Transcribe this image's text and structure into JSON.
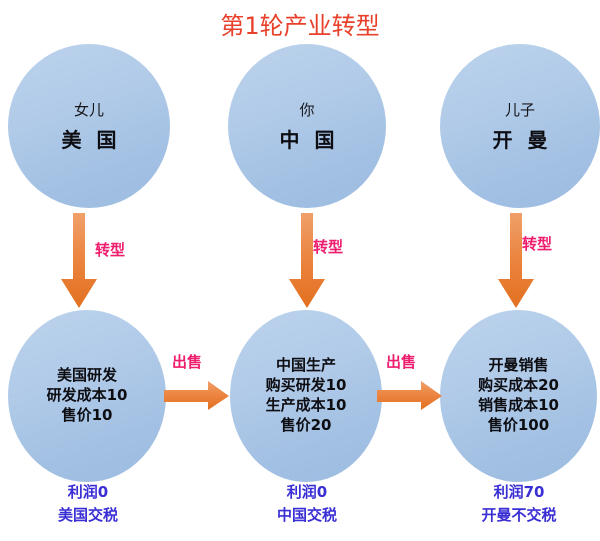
{
  "title": "第1轮产业转型",
  "colors": {
    "title": "#e8402a",
    "circle_fill": "#a8c4e5",
    "arrow": "#ed7d31",
    "arrow_label": "#ee1d6e",
    "caption": "#3a2fd4",
    "circle_text": "#0d0d12"
  },
  "top_nodes": [
    {
      "role": "女儿",
      "country": "美 国"
    },
    {
      "role": "你",
      "country": "中 国"
    },
    {
      "role": "儿子",
      "country": "开 曼"
    }
  ],
  "vertical_arrows": [
    {
      "label": "转型"
    },
    {
      "label": "转型"
    },
    {
      "label": "转型"
    }
  ],
  "horizontal_arrows": [
    {
      "label": "出售"
    },
    {
      "label": "出售"
    }
  ],
  "bottom_nodes": [
    {
      "lines": [
        "美国研发",
        "研发成本10",
        "售价10"
      ],
      "line1": "美国研发",
      "line2": "研发成本10",
      "line3": "售价10",
      "line4": ""
    },
    {
      "lines": [
        "中国生产",
        "购买研发10",
        "生产成本10",
        "售价20"
      ],
      "line1": "中国生产",
      "line2": "购买研发10",
      "line3": "生产成本10",
      "line4": "售价20"
    },
    {
      "lines": [
        "开曼销售",
        "购买成本20",
        "销售成本10",
        "售价100"
      ],
      "line1": "开曼销售",
      "line2": "购买成本20",
      "line3": "销售成本10",
      "line4": "售价100"
    }
  ],
  "captions": [
    {
      "profit": "利润0",
      "tax": "美国交税"
    },
    {
      "profit": "利润0",
      "tax": "中国交税"
    },
    {
      "profit": "利润70",
      "tax": "开曼不交税"
    }
  ]
}
